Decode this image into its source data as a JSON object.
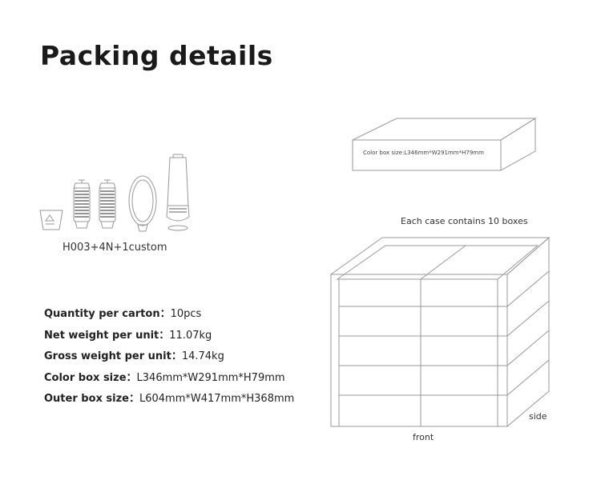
{
  "page": {
    "title": "Packing details"
  },
  "product": {
    "caption": "H003+4N+1custom",
    "icons": [
      "cup-icon",
      "round-brush-icon",
      "round-brush-icon",
      "oval-brush-icon",
      "hair-styler-icon"
    ]
  },
  "specs": [
    {
      "label": "Quantity per carton：",
      "value": "10pcs"
    },
    {
      "label": "Net weight per unit：",
      "value": "11.07kg"
    },
    {
      "label": "Gross weight per unit：",
      "value": "14.74kg"
    },
    {
      "label": "Color box size：",
      "value": "L346mm*W291mm*H79mm"
    },
    {
      "label": "Outer box size：",
      "value": "L604mm*W417mm*H368mm"
    }
  ],
  "color_box": {
    "label": "Color box size:L346mm*W291mm*H79mm"
  },
  "case": {
    "caption": "Each case contains 10 boxes",
    "front_label": "front",
    "side_label": "side",
    "boxes_per_case": 10
  },
  "colors": {
    "title": "#1a1a1a",
    "line": "#888888"
  }
}
